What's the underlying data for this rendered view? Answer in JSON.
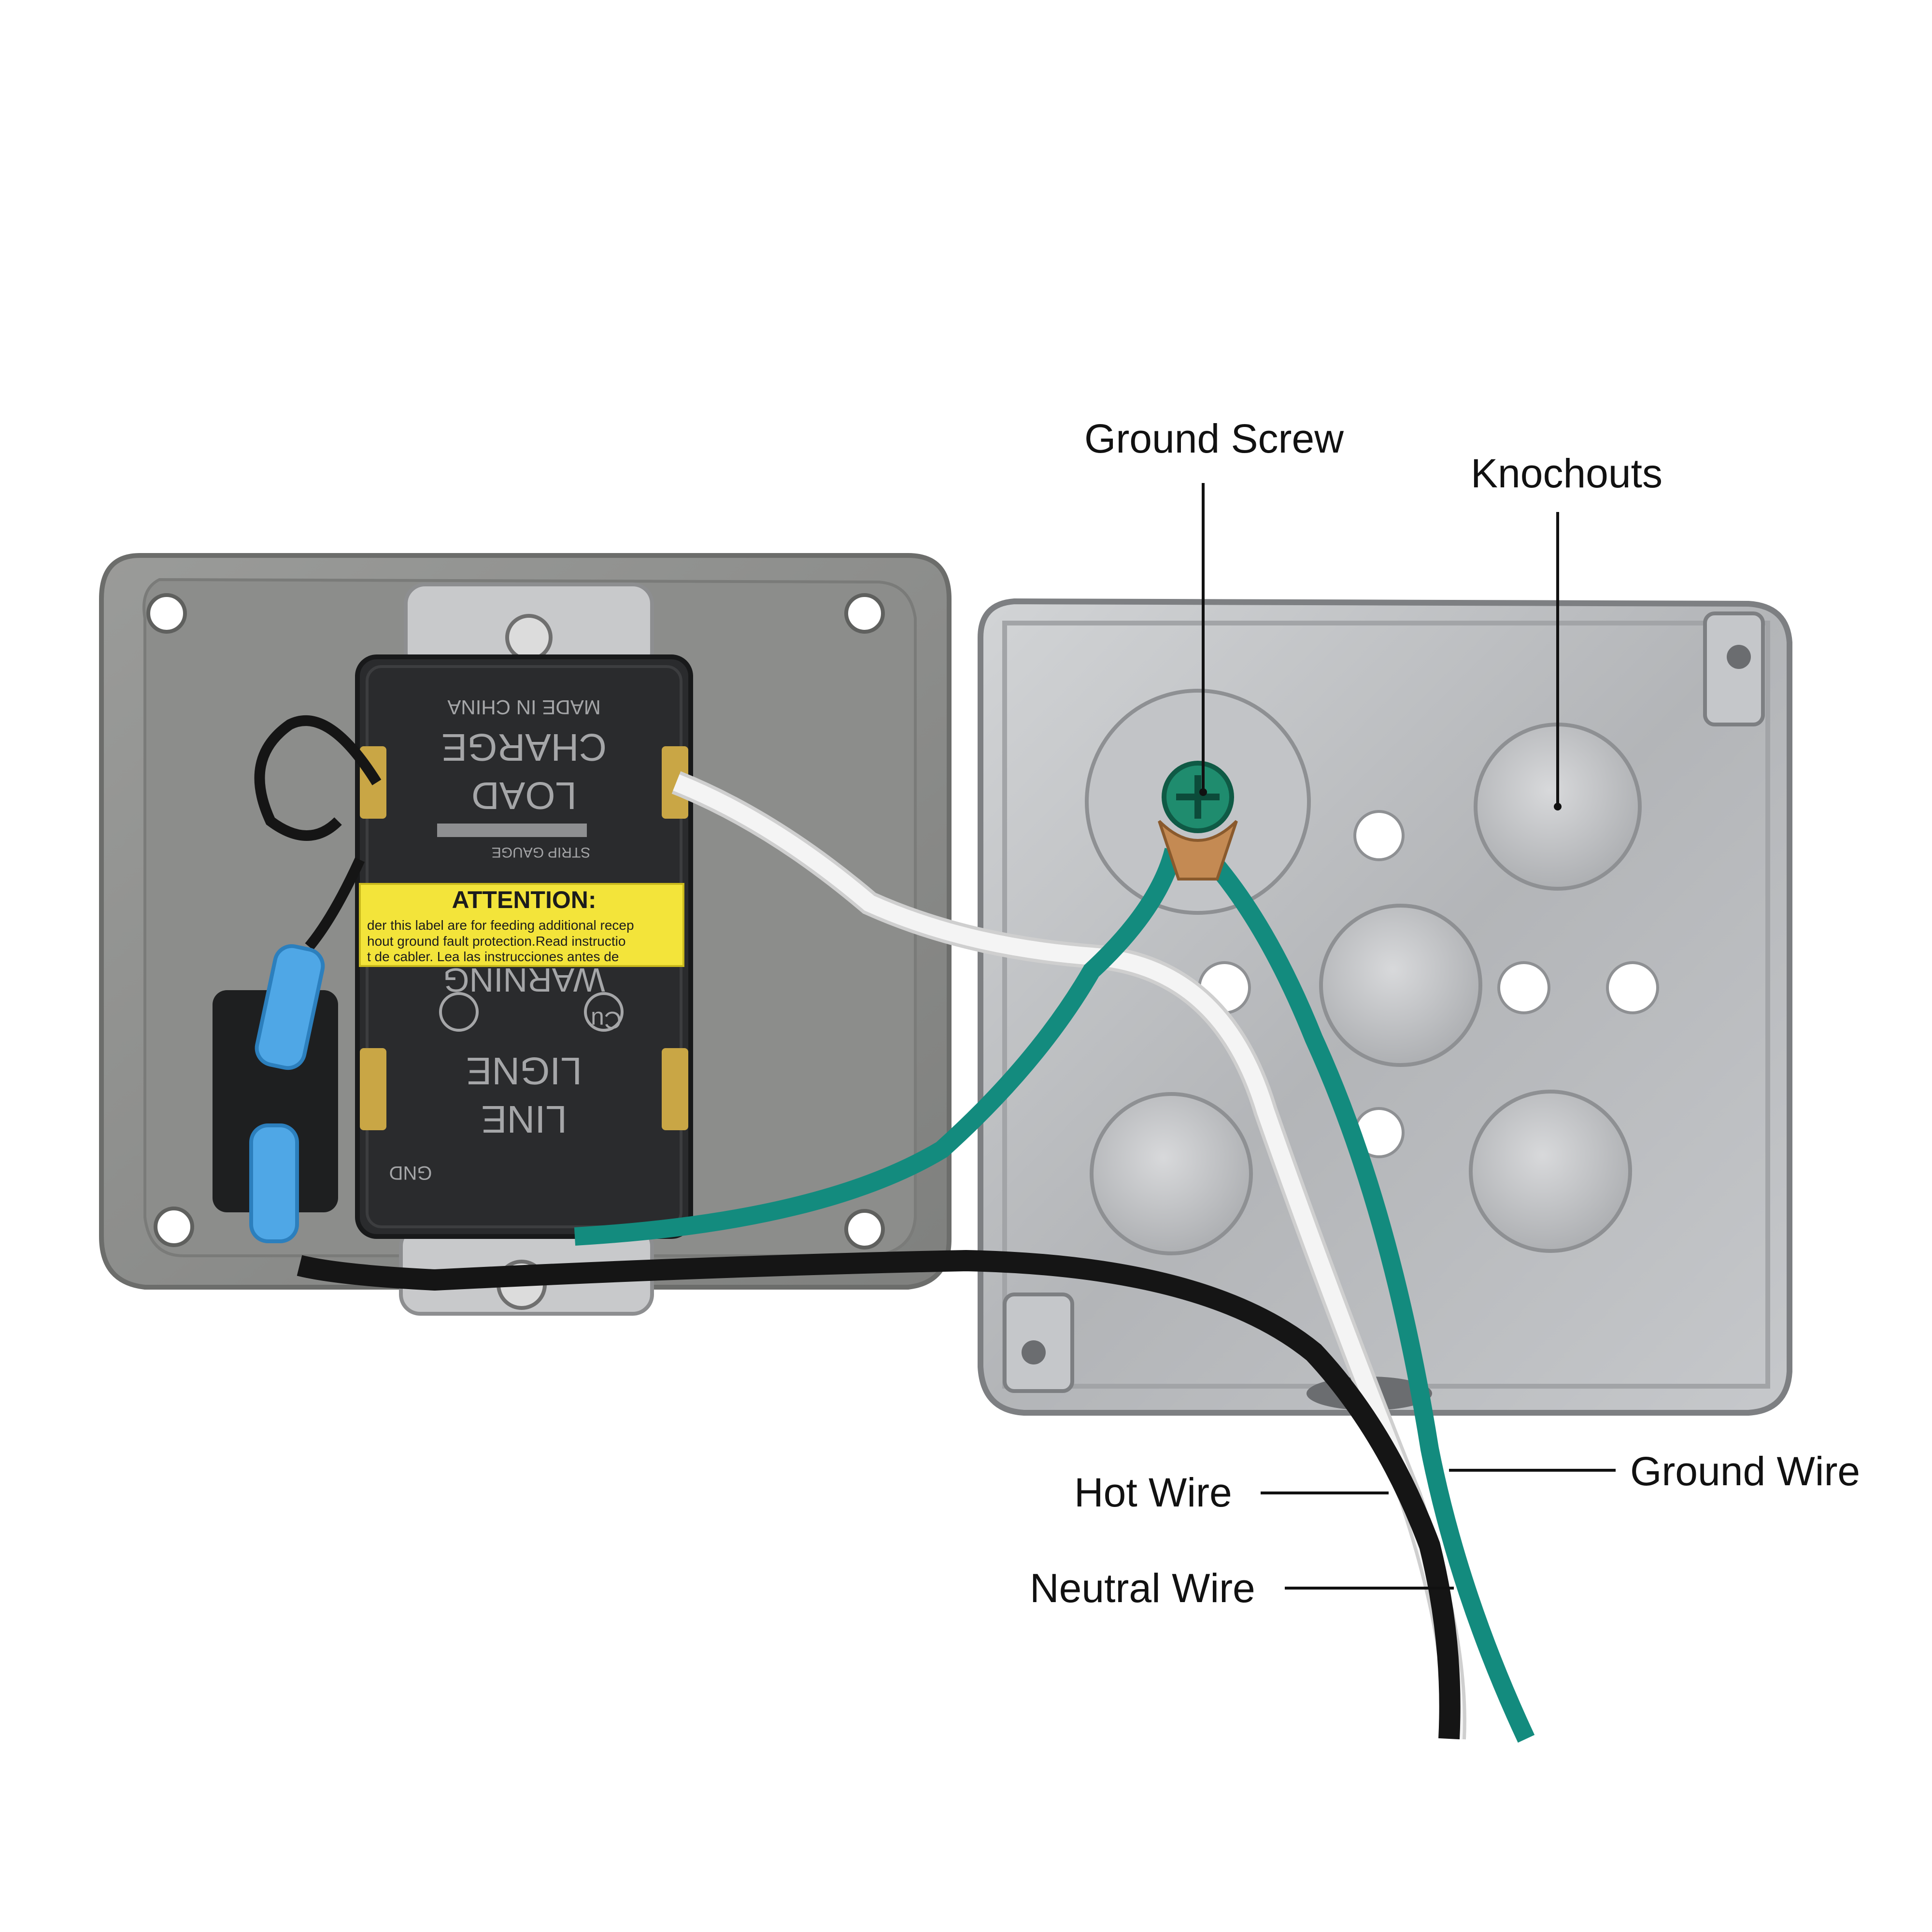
{
  "callouts": {
    "ground_screw": "Ground Screw",
    "knockouts": "Knochouts",
    "hot_wire": "Hot Wire",
    "neutral_wire": "Neutral Wire",
    "ground_wire": "Ground Wire"
  },
  "receptacle": {
    "made_in": "MADE IN CHINA",
    "charge": "CHARGE",
    "load": "LOAD",
    "strip_gauge": "STRIP GAUGE",
    "line": "LINE",
    "ligne": "LIGNE",
    "gnd": "GND",
    "cu": "Cu",
    "warning": "WARNING",
    "sticker_title": "ATTENTION:",
    "sticker_line1": "der this label are for feeding additional recep",
    "sticker_line2": "hout ground fault protection.Read instructio",
    "sticker_line3": "t de cabler.   Lea las instrucciones antes de"
  },
  "colors": {
    "background": "#ffffff",
    "cover_plate": "#8e8f8d",
    "metal_box": "#b9bbbd",
    "receptacle_body": "#2a2b2d",
    "sticker": "#f3e43a",
    "ground_wire": "#138b7e",
    "hot_wire": "#151515",
    "neutral_wire": "#f4f4f4",
    "connector_blue": "#4fa7e6"
  }
}
